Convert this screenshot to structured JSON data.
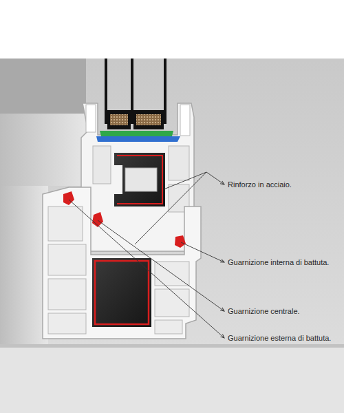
{
  "diagram": {
    "labels": [
      "Rinforzo in acciaio.",
      "Guarnizione interna di battuta.",
      "Guarnizione centrale.",
      "Guarnizione esterna di battuta."
    ]
  }
}
